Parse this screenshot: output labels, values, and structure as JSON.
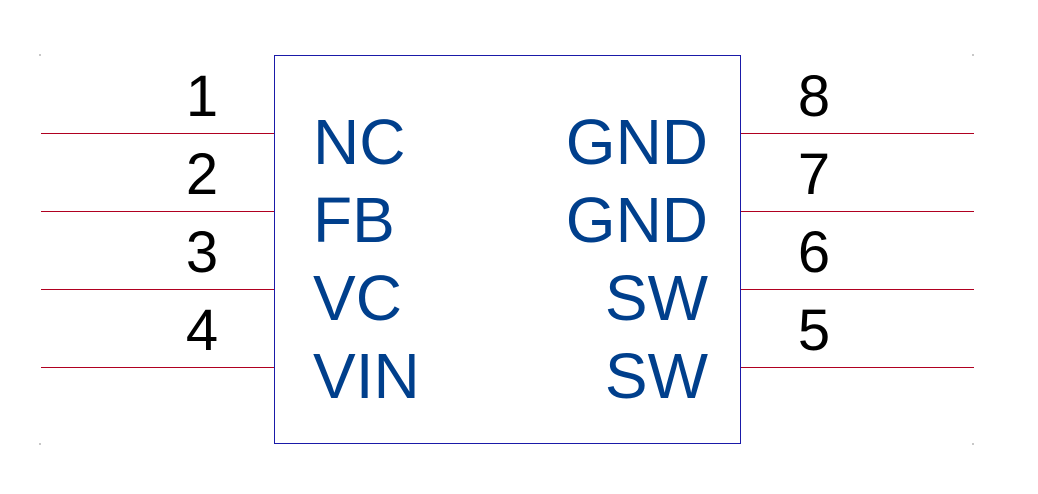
{
  "component": {
    "body_color": "#1a1aa8",
    "pin_line_color": "#b00020",
    "pin_name_color": "#003f8c",
    "pin_number_color": "#000000"
  },
  "pins_left": [
    {
      "number": "1",
      "name": "NC"
    },
    {
      "number": "2",
      "name": "FB"
    },
    {
      "number": "3",
      "name": "VC"
    },
    {
      "number": "4",
      "name": "VIN"
    }
  ],
  "pins_right": [
    {
      "number": "8",
      "name": "GND"
    },
    {
      "number": "7",
      "name": "GND"
    },
    {
      "number": "6",
      "name": "SW"
    },
    {
      "number": "5",
      "name": "SW"
    }
  ]
}
